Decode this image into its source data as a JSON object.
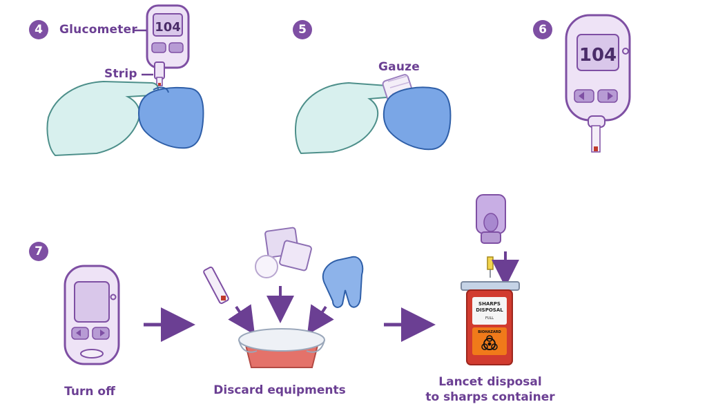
{
  "steps": {
    "step4": {
      "number": "4",
      "glucometer_label": "Glucometer",
      "strip_label": "Strip",
      "screen_reading": "104"
    },
    "step5": {
      "number": "5",
      "gauze_label": "Gauze"
    },
    "step6": {
      "number": "6",
      "screen_reading": "104"
    },
    "step7": {
      "number": "7",
      "turn_off_caption": "Turn off",
      "discard_caption": "Discard equipments",
      "lancet_caption_line1": "Lancet disposal",
      "lancet_caption_line2": "to sharps container",
      "sharps_label_line1": "SHARPS",
      "sharps_label_line2": "DISPOSAL",
      "sharps_full_label": "FULL",
      "biohazard_label": "BIOHAZARD"
    }
  },
  "colors": {
    "accent": "#7e4fa3",
    "device_body": "#eee3f6",
    "device_outline": "#7e4fa3",
    "glove_blue": "#7aa6e6",
    "glove_pale": "#d8f0ee",
    "sharps_red": "#d13b2f",
    "biohazard_orange": "#f07a1a"
  },
  "icons": [
    "glucometer-icon",
    "gloved-hand-icon",
    "gauze-icon",
    "arrow-right-icon",
    "arrow-down-icon",
    "waste-bin-icon",
    "lancet-device-icon",
    "sharps-container-icon",
    "biohazard-icon",
    "cotton-ball-icon",
    "test-strip-icon",
    "glove-icon"
  ]
}
